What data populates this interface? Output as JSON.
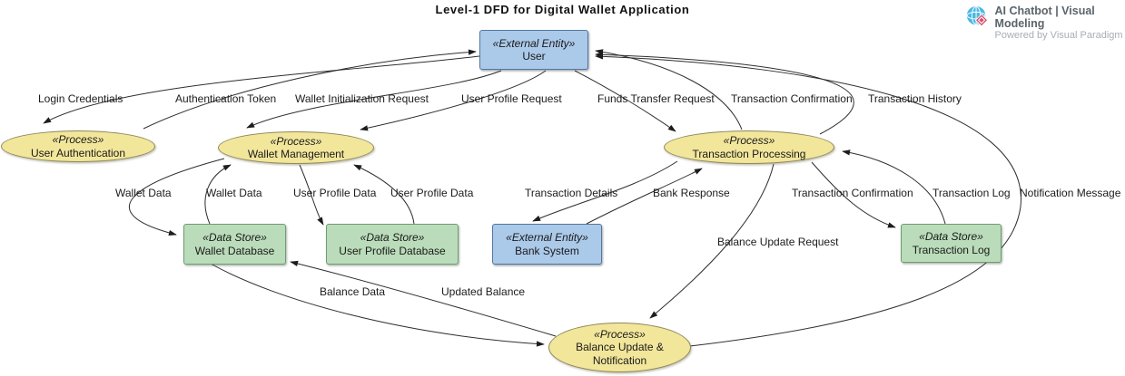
{
  "title": "Level-1 DFD for Digital Wallet Application",
  "branding": {
    "product": "AI Chatbot | Visual Modeling",
    "powered_by": "Powered by Visual Paradigm",
    "logo_icon": "visual-paradigm-globe-diamond"
  },
  "colors": {
    "external_entity_fill": "#abc9e9",
    "external_entity_border": "#54779e",
    "process_fill": "#f2e69b",
    "process_border": "#8e885a",
    "data_store_fill": "#badcba",
    "data_store_border": "#6f9c6f",
    "edge_stroke": "#2e2e2e",
    "text": "#1a1a1a"
  },
  "nodes": {
    "user": {
      "stereotype": "«External Entity»",
      "name": "User"
    },
    "user_authentication": {
      "stereotype": "«Process»",
      "name": "User Authentication"
    },
    "wallet_management": {
      "stereotype": "«Process»",
      "name": "Wallet Management"
    },
    "transaction_processing": {
      "stereotype": "«Process»",
      "name": "Transaction Processing"
    },
    "bank_system": {
      "stereotype": "«External Entity»",
      "name": "Bank System"
    },
    "wallet_database": {
      "stereotype": "«Data Store»",
      "name": "Wallet Database"
    },
    "user_profile_database": {
      "stereotype": "«Data Store»",
      "name": "User Profile Database"
    },
    "transaction_log": {
      "stereotype": "«Data Store»",
      "name": "Transaction Log"
    },
    "balance_update_notification": {
      "stereotype": "«Process»",
      "name": "Balance Update & Notification"
    }
  },
  "flows": {
    "login_credentials": "Login Credentials",
    "authentication_token": "Authentication Token",
    "wallet_initialization_request": "Wallet Initialization Request",
    "user_profile_request": "User Profile Request",
    "funds_transfer_request": "Funds Transfer Request",
    "transaction_confirmation_to_user": "Transaction Confirmation",
    "transaction_history": "Transaction History",
    "wallet_data_write": "Wallet Data",
    "wallet_data_read": "Wallet Data",
    "user_profile_data_write": "User Profile Data",
    "user_profile_data_read": "User Profile Data",
    "transaction_details": "Transaction Details",
    "bank_response": "Bank Response",
    "transaction_confirmation_to_log": "Transaction Confirmation",
    "transaction_log_flow": "Transaction Log",
    "notification_message": "Notification Message",
    "balance_update_request": "Balance Update Request",
    "balance_data": "Balance Data",
    "updated_balance": "Updated Balance"
  }
}
